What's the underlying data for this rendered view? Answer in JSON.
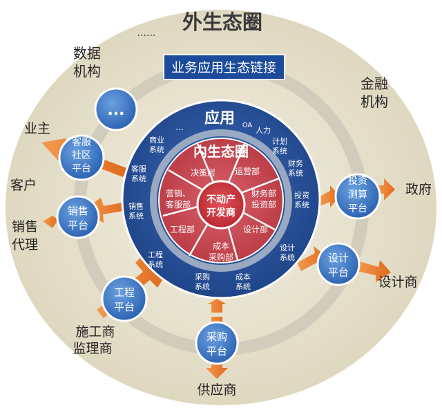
{
  "outer": {
    "title": "外生态圈",
    "ellipsis_top": "......",
    "banner": "业务应用生态链接",
    "data_org": [
      "数据",
      "机构"
    ],
    "finance_org": [
      "金融",
      "机构"
    ]
  },
  "app": {
    "title": "应用",
    "ellipsis": "...",
    "systems": {
      "oa": "OA",
      "hr": "人力",
      "plan": [
        "计划",
        "系统"
      ],
      "commerce": [
        "商业",
        "系统"
      ],
      "finance": [
        "财务",
        "系统"
      ],
      "service": [
        "客服",
        "系统"
      ],
      "invest": [
        "投资",
        "系统"
      ],
      "sales": [
        "销售",
        "系统"
      ],
      "design": [
        "设计",
        "系统"
      ],
      "engineering": [
        "工程",
        "系统"
      ],
      "purchase": [
        "采购",
        "系统"
      ],
      "cost": [
        "成本",
        "系统"
      ]
    }
  },
  "inner": {
    "title": "内生态圈",
    "center": [
      "不动产",
      "开发商"
    ],
    "departments": {
      "decision": "决策层",
      "operation": "运营部",
      "marketing": [
        "营销、",
        "客服部"
      ],
      "finance": [
        "财务部",
        "投资部"
      ],
      "engineering": "工程部",
      "design": "设计部",
      "cost": [
        "成本",
        "采购部"
      ]
    }
  },
  "platforms": {
    "data": "...",
    "service": [
      "客服",
      "社区",
      "平台"
    ],
    "sales": [
      "销售",
      "平台"
    ],
    "engineering": [
      "工程",
      "平台"
    ],
    "purchase": [
      "采购",
      "平台"
    ],
    "design": [
      "设计",
      "平台"
    ],
    "invest": [
      "投资",
      "测算",
      "平台"
    ]
  },
  "external": {
    "owner": "业主",
    "customer": "客户",
    "agent": [
      "销售",
      "代理"
    ],
    "contractor": [
      "施工商",
      "监理商"
    ],
    "supplier": "供应商",
    "designer": "设计商",
    "government": "政府"
  },
  "colors": {
    "outer_fill": "#e8e2cf",
    "app_ring": "#2b559e",
    "inner_fill": "#c8454a",
    "platform_fill": "#3c78c8",
    "arrow": "#e8762c"
  }
}
